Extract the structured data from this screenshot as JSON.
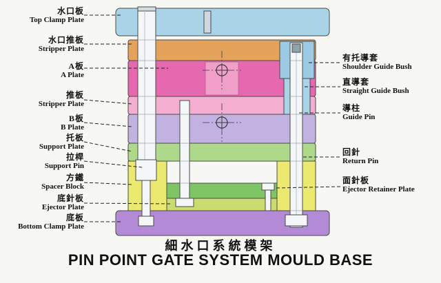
{
  "title": {
    "chinese": "細水口系統模架",
    "english": "PIN POINT GATE SYSTEM MOULD BASE"
  },
  "left_labels": [
    {
      "zh": "水口板",
      "en": "Top Clamp Plate"
    },
    {
      "zh": "水口推板",
      "en": "Stripper Plate"
    },
    {
      "zh": "A板",
      "en": "A Plate"
    },
    {
      "zh": "推板",
      "en": "Stripper Plate"
    },
    {
      "zh": "B板",
      "en": "B Plate"
    },
    {
      "zh": "托板",
      "en": "Support Plate"
    },
    {
      "zh": "拉桿",
      "en": "Support Pin"
    },
    {
      "zh": "方鐵",
      "en": "Spacer Block"
    },
    {
      "zh": "底針板",
      "en": "Ejector Plate"
    },
    {
      "zh": "底板",
      "en": "Bottom Clamp Plate"
    }
  ],
  "right_labels": [
    {
      "zh": "有托導套",
      "en": "Shoulder Guide Bush"
    },
    {
      "zh": "直導套",
      "en": "Straight Guide Bush"
    },
    {
      "zh": "導柱",
      "en": "Guide Pin"
    },
    {
      "zh": "回針",
      "en": "Return Pin"
    },
    {
      "zh": "面針板",
      "en": "Ejector Retainer Plate"
    }
  ],
  "colors": {
    "top_clamp_plate": "#a9d3e6",
    "stripper_plate_top": "#e5a25a",
    "a_plate": "#e668ae",
    "a_plate_pocket": "#f09fc8",
    "stripper_plate_mid": "#f3aed0",
    "b_plate": "#c2b2e2",
    "support_plate": "#aed98a",
    "spacer_block": "#ebe96f",
    "ejector_retainer_plate": "#7fc465",
    "ejector_plate": "#cbdc6e",
    "bottom_clamp_plate": "#b28ad6",
    "guide_bush": "#9ccae4",
    "pin_fill": "#f4f6f7",
    "background": "#f7f7f3"
  }
}
